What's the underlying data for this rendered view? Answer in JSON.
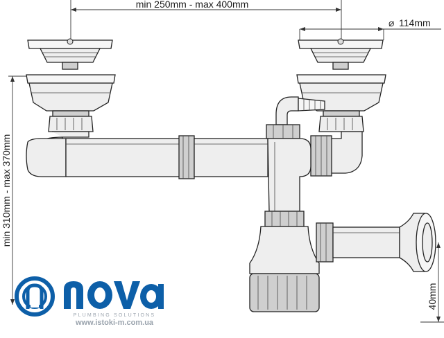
{
  "dimensions": {
    "top_span": "min 250mm - max 400mm",
    "diameter": "114mm",
    "diameter_symbol": "⌀",
    "height": "min 310mm - max 370mm",
    "outlet_height": "40mm"
  },
  "brand": {
    "name": "nova",
    "tagline": "PLUMBING SOLUTIONS",
    "website": "www.istoki-m.com.ua",
    "color_primary": "#0d5fa8",
    "color_gray": "#9aa3ad"
  }
}
